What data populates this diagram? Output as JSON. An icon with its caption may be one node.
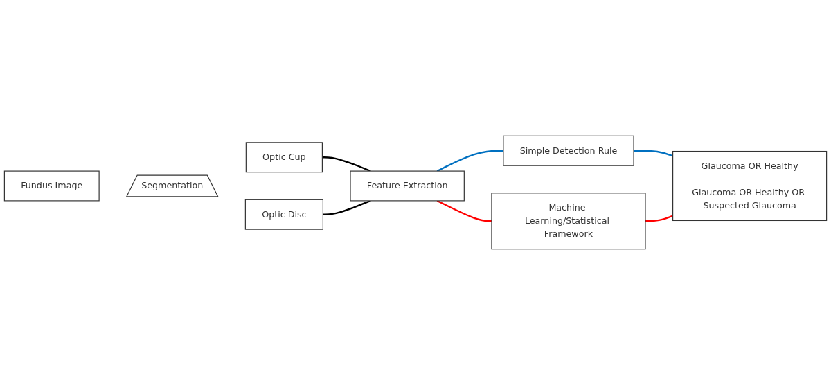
{
  "diagram": {
    "nodes": [
      {
        "text": [
          "Fundus Image"
        ]
      },
      {
        "text": [
          "Segmentation"
        ]
      },
      {
        "text": [
          "Optic Cup"
        ]
      },
      {
        "text": [
          "Optic Disc"
        ]
      },
      {
        "text": [
          "Feature Extraction"
        ]
      },
      {
        "text": [
          "Simple Detection Rule"
        ]
      },
      {
        "text": [
          "Glaucoma OR Healthy",
          "Glaucoma OR Healthy OR Suspected Glaucoma"
        ]
      },
      {
        "text": [
          "Machine Learning/Statistical Framework"
        ]
      }
    ],
    "edges": [
      {
        "from": 2,
        "to": 4,
        "arrow": "none"
      },
      {
        "from": 3,
        "to": 4,
        "arrow": "none"
      },
      {
        "from": 4,
        "to": 5,
        "arrow": "none",
        "color": "#0070c0"
      },
      {
        "from": 5,
        "to": 6,
        "arrow": "none",
        "color": "#0070c0"
      },
      {
        "from": 4,
        "to": 7,
        "arrow": "none",
        "color": "#ff0000"
      },
      {
        "from": 7,
        "to": 6,
        "arrow": "none",
        "color": "#ff0000"
      }
    ]
  }
}
